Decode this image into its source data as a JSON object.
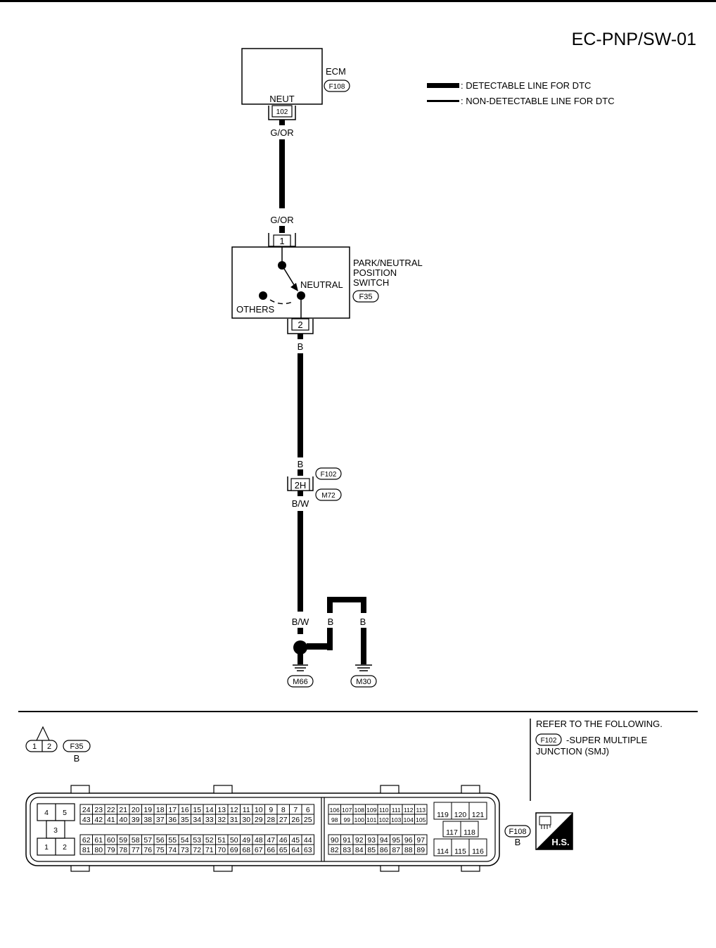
{
  "page": {
    "code": "EC-PNP/SW-01"
  },
  "legend": {
    "detectable": ": DETECTABLE LINE FOR DTC",
    "non_detectable": ": NON-DETECTABLE LINE FOR DTC"
  },
  "ecm": {
    "name": "ECM",
    "connector": "F108",
    "terminal_label": "NEUT",
    "terminal": "102"
  },
  "wires": {
    "ecm_out_color": "G/OR",
    "switch_in_color": "G/OR",
    "switch_out_color": "B",
    "junction_in_color": "B",
    "junction_out_color": "B/W",
    "ground_left_color": "B/W",
    "ground_mid_color": "B",
    "ground_right_color": "B"
  },
  "pnp_switch": {
    "label_line1": "PARK/NEUTRAL",
    "label_line2": "POSITION",
    "label_line3": "SWITCH",
    "connector": "F35",
    "terminal_top": "1",
    "terminal_bottom": "2",
    "neutral_label": "NEUTRAL",
    "others_label": "OTHERS"
  },
  "junction": {
    "terminal": "2H",
    "connector_top": "F102",
    "connector_bottom": "M72"
  },
  "grounds": {
    "left": "M66",
    "right": "M30"
  },
  "refer": {
    "heading": "REFER TO THE FOLLOWING.",
    "connector": "F102",
    "text_line1": "-SUPER MULTIPLE",
    "text_line2": "JUNCTION (SMJ)"
  },
  "f35_view": {
    "pin1": "1",
    "pin2": "2",
    "connector": "F35",
    "color": "B"
  },
  "f108_view": {
    "connector": "F108",
    "color": "B",
    "badge": "H.S.",
    "left_block": [
      "4",
      "5",
      "3",
      "1",
      "2"
    ],
    "row1": [
      "24",
      "23",
      "22",
      "21",
      "20",
      "19",
      "18",
      "17",
      "16",
      "15",
      "14",
      "13",
      "12",
      "11",
      "10",
      "9",
      "8",
      "7",
      "6"
    ],
    "row2": [
      "43",
      "42",
      "41",
      "40",
      "39",
      "38",
      "37",
      "36",
      "35",
      "34",
      "33",
      "32",
      "31",
      "30",
      "29",
      "28",
      "27",
      "26",
      "25"
    ],
    "row3": [
      "62",
      "61",
      "60",
      "59",
      "58",
      "57",
      "56",
      "55",
      "54",
      "53",
      "52",
      "51",
      "50",
      "49",
      "48",
      "47",
      "46",
      "45",
      "44"
    ],
    "row4": [
      "81",
      "80",
      "79",
      "78",
      "77",
      "76",
      "75",
      "74",
      "73",
      "72",
      "71",
      "70",
      "69",
      "68",
      "67",
      "66",
      "65",
      "64",
      "63"
    ],
    "r_row1": [
      "106",
      "107",
      "108",
      "109",
      "110",
      "111",
      "112",
      "113"
    ],
    "r_row2": [
      "98",
      "99",
      "100",
      "101",
      "102",
      "103",
      "104",
      "105"
    ],
    "r_row3": [
      "90",
      "91",
      "92",
      "93",
      "94",
      "95",
      "96",
      "97"
    ],
    "r_row4": [
      "82",
      "83",
      "84",
      "85",
      "86",
      "87",
      "88",
      "89"
    ],
    "far_top": [
      "119",
      "120",
      "121"
    ],
    "far_mid": [
      "117",
      "118"
    ],
    "far_bot": [
      "114",
      "115",
      "116"
    ]
  }
}
